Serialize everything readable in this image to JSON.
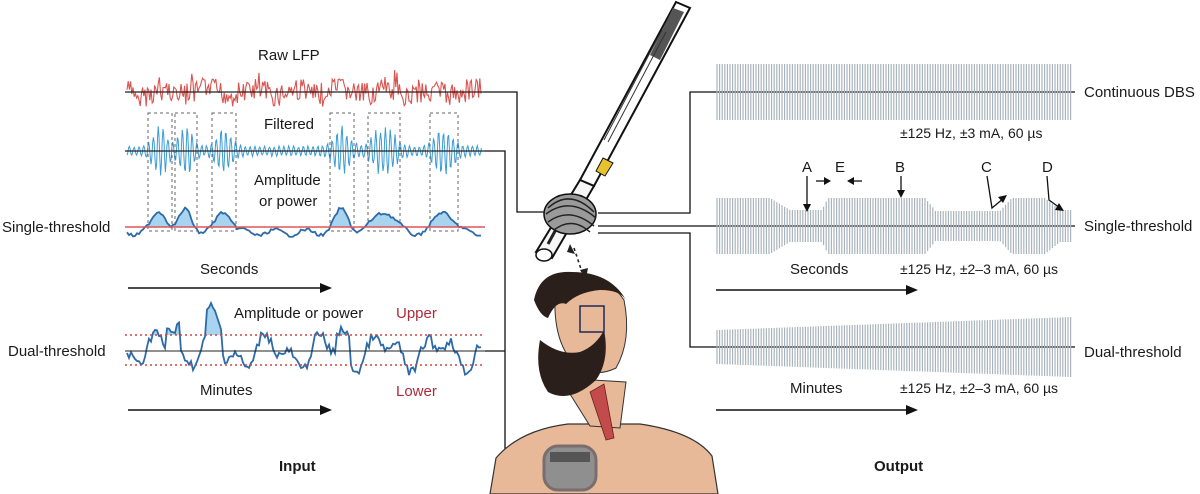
{
  "input": {
    "raw_lfp": "Raw LFP",
    "filtered": "Filtered",
    "amplitude_or_power_1": "Amplitude",
    "amplitude_or_power_2": "or power",
    "single_threshold": "Single-threshold",
    "seconds": "Seconds",
    "amplitude_or_power": "Amplitude or power",
    "upper": "Upper",
    "dual_threshold": "Dual-threshold",
    "minutes": "Minutes",
    "lower": "Lower",
    "title": "Input"
  },
  "output": {
    "continuous_dbs": "Continuous DBS",
    "continuous_params": "±125 Hz, ±3 mA, 60 µs",
    "marker_a": "A",
    "marker_e": "E",
    "marker_b": "B",
    "marker_c": "C",
    "marker_d": "D",
    "single_threshold": "Single-threshold",
    "seconds": "Seconds",
    "single_params": "±125 Hz, ±2–3 mA, 60 µs",
    "dual_threshold": "Dual-threshold",
    "minutes": "Minutes",
    "dual_params": "±125 Hz, ±2–3 mA, 60 µs",
    "title": "Output"
  },
  "colors": {
    "raw": "#d9534f",
    "filtered": "#3b9bd6",
    "envelope": "#2d6aa8",
    "envelope_fill": "#a8d4ef",
    "threshold": "#e0555a",
    "dotted": "#d0453f",
    "stim": "#a9b4bd",
    "skin": "#e8b999",
    "beard": "#2a1f1a",
    "lead": "#222222"
  }
}
